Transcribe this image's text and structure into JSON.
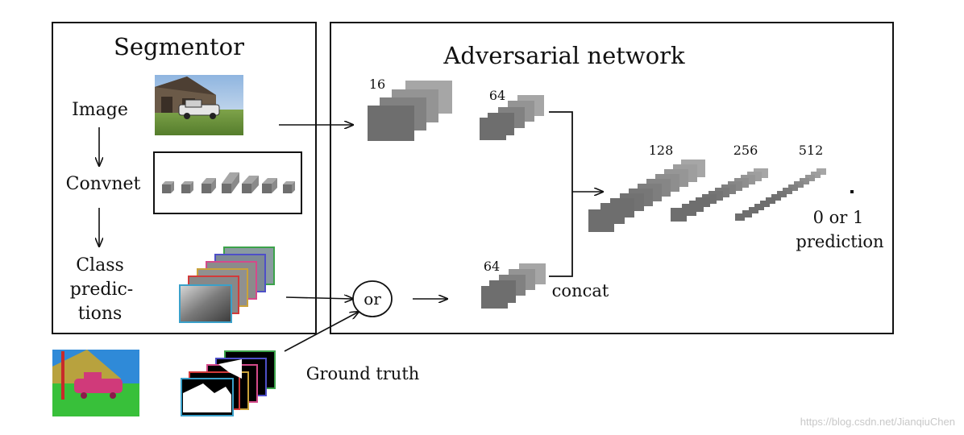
{
  "segmentor": {
    "title": "Segmentor",
    "image_label": "Image",
    "convnet_label": "Convnet",
    "class_label_1": "Class",
    "class_label_2": "predic-",
    "class_label_3": "tions"
  },
  "adversarial": {
    "title": "Adversarial network",
    "count_16": "16",
    "count_64_top": "64",
    "count_64_bottom": "64",
    "count_128": "128",
    "count_256": "256",
    "count_512": "512",
    "concat_label": "concat",
    "output_line_1": "0 or 1",
    "output_line_2": "prediction",
    "or_label": "or"
  },
  "ground_truth_label": "Ground truth",
  "watermark": "https://blog.csdn.net/JianqiuChen",
  "colors": {
    "block_front": "#6e6e6e",
    "block_mid": "#8a8a8a",
    "block_back": "#a6a6a6",
    "stroke": "#111111"
  }
}
